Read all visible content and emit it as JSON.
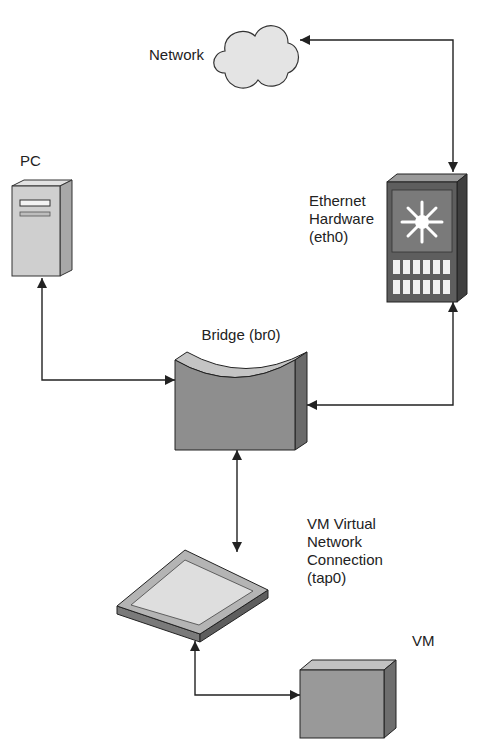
{
  "diagram": {
    "nodes": [
      {
        "text": [
          "Network"
        ]
      },
      {
        "text": [
          "PC"
        ]
      },
      {
        "text": [
          "Ethernet Hardware (eth0)"
        ]
      },
      {
        "text": [
          "Bridge (br0)"
        ]
      },
      {
        "text": [
          "VM Virtual Network Connection (tap0)"
        ]
      },
      {
        "text": [
          "VM"
        ]
      }
    ],
    "edges": [
      {
        "from": 0,
        "to": 2,
        "arrow": "both"
      },
      {
        "from": 2,
        "to": 3,
        "arrow": "both"
      },
      {
        "from": 1,
        "to": 3,
        "arrow": "both"
      },
      {
        "from": 3,
        "to": 4,
        "arrow": "both"
      },
      {
        "from": 4,
        "to": 5,
        "arrow": "both"
      }
    ]
  }
}
